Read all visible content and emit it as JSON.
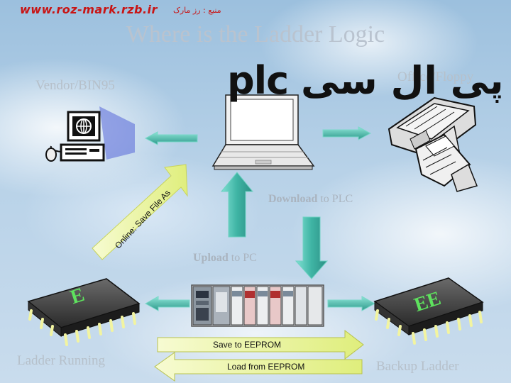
{
  "watermark": {
    "site": "www.roz-mark.rzb.ir",
    "source_fa": "منبع : رز مارک",
    "brand_overlay": "plc پی ال سی"
  },
  "title": "Where is the Ladder Logic",
  "nodes": {
    "vendor": "Vendor/BIN95",
    "office_floppy": "Office/Floppy",
    "download": {
      "bold": "Download",
      "rest": " to PLC"
    },
    "upload": {
      "bold": "Upload",
      "rest": " to PC"
    },
    "online_save": "Online: Save File As",
    "ladder_running": "Ladder Running",
    "backup_ladder": "Backup Ladder",
    "chip_e": "E",
    "chip_ee": "EE"
  },
  "arrows": {
    "save": "Save to EEPROM",
    "load": "Load from EEPROM"
  },
  "colors": {
    "arrow_teal": "#4fc0b0",
    "arrow_yellow": "#eef5a8",
    "chip_label": "#5ee25e"
  }
}
